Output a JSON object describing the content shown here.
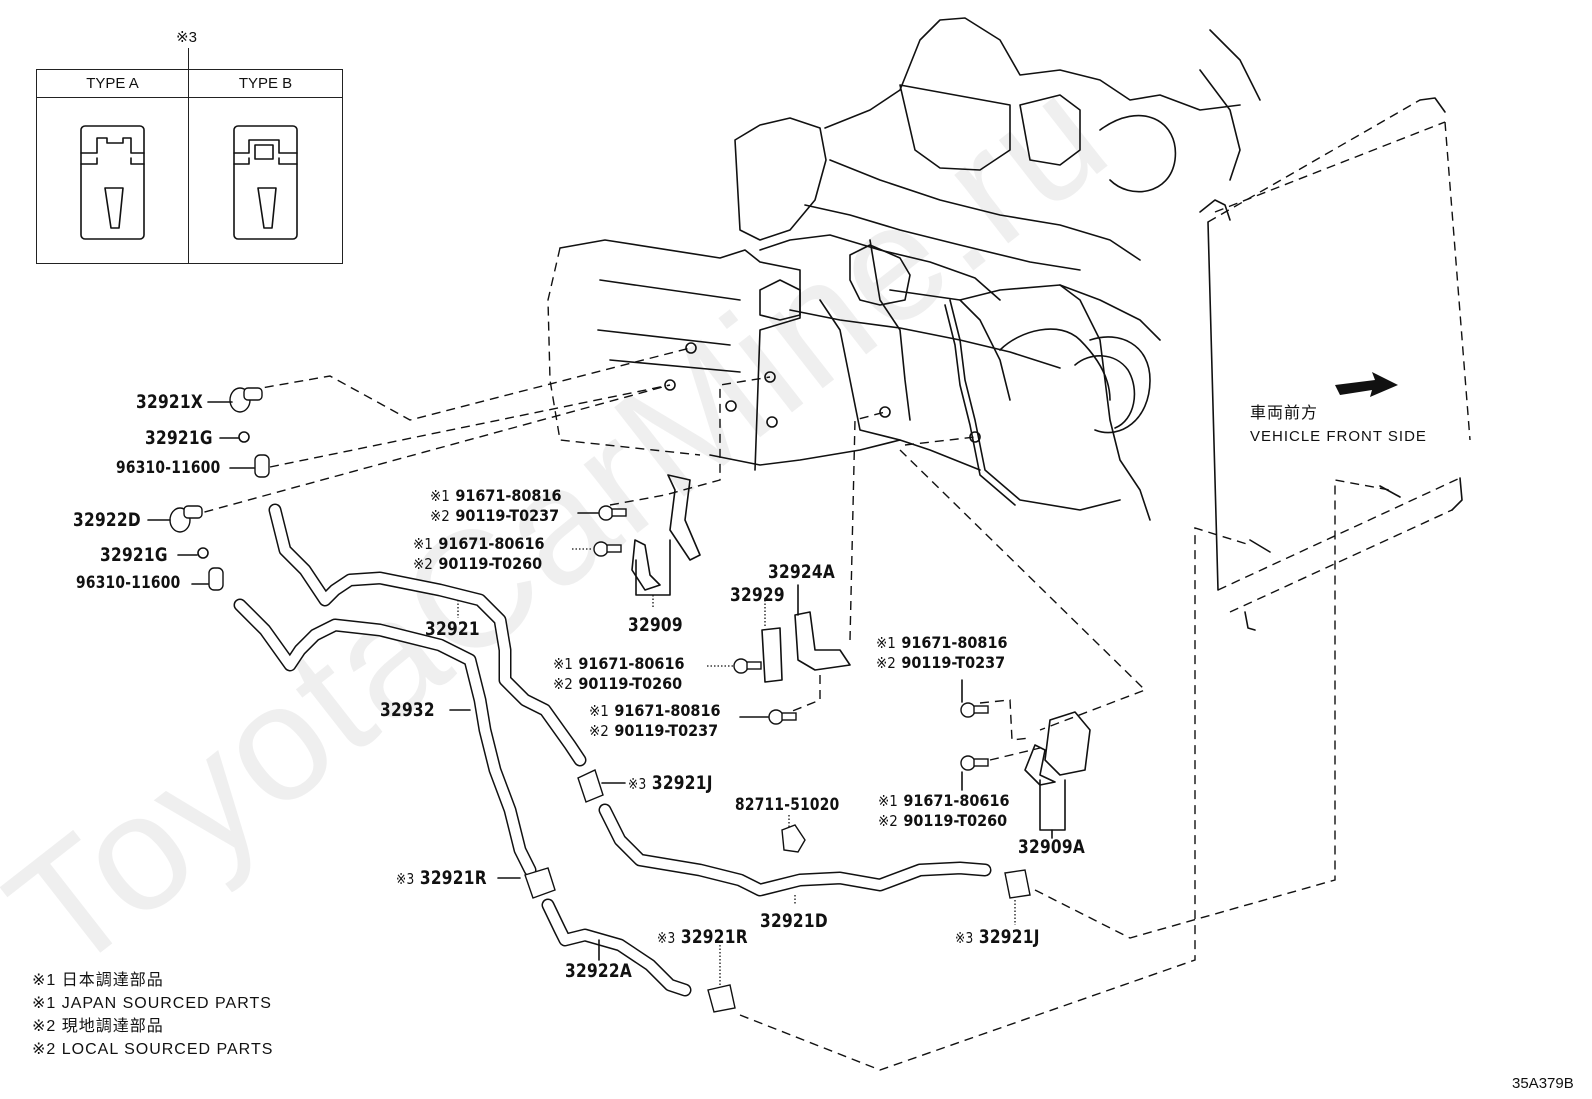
{
  "diagram": {
    "type_box": {
      "note_mark": "※3",
      "type_a_label": "TYPE A",
      "type_b_label": "TYPE B"
    },
    "direction": {
      "label_jp": "車両前方",
      "label_en": "VEHICLE FRONT SIDE",
      "icon": "arrow-right-icon"
    },
    "parts": {
      "p32921X": "32921X",
      "p32921G_1": "32921G",
      "p96310_1": "96310-11600",
      "p32922D": "32922D",
      "p32921G_2": "32921G",
      "p96310_2": "96310-11600",
      "p32921": "32921",
      "p32932": "32932",
      "p32909": "32909",
      "p32929": "32929",
      "p32924A": "32924A",
      "p32909A": "32909A",
      "p32921J_1": "32921J",
      "p32921J_2": "32921J",
      "p32921R_1": "32921R",
      "p32921R_2": "32921R",
      "p32921D": "32921D",
      "p32922A": "32922A",
      "p82711": "82711-51020"
    },
    "bolt_groups": [
      {
        "m1": "※1",
        "p1": "91671-80816",
        "m2": "※2",
        "p2": "90119-T0237"
      },
      {
        "m1": "※1",
        "p1": "91671-80616",
        "m2": "※2",
        "p2": "90119-T0260"
      },
      {
        "m1": "※1",
        "p1": "91671-80616",
        "m2": "※2",
        "p2": "90119-T0260"
      },
      {
        "m1": "※1",
        "p1": "91671-80816",
        "m2": "※2",
        "p2": "90119-T0237"
      },
      {
        "m1": "※1",
        "p1": "91671-80816",
        "m2": "※2",
        "p2": "90119-T0237"
      },
      {
        "m1": "※1",
        "p1": "91671-80616",
        "m2": "※2",
        "p2": "90119-T0260"
      }
    ],
    "marks": {
      "m3": "※3"
    },
    "legend": [
      "※1 日本調達部品",
      "※1 JAPAN SOURCED PARTS",
      "※2 現地調達部品",
      "※2 LOCAL SOURCED PARTS"
    ],
    "figure_id": "35A379B",
    "watermark": "ToyotaCarMine.ru"
  }
}
